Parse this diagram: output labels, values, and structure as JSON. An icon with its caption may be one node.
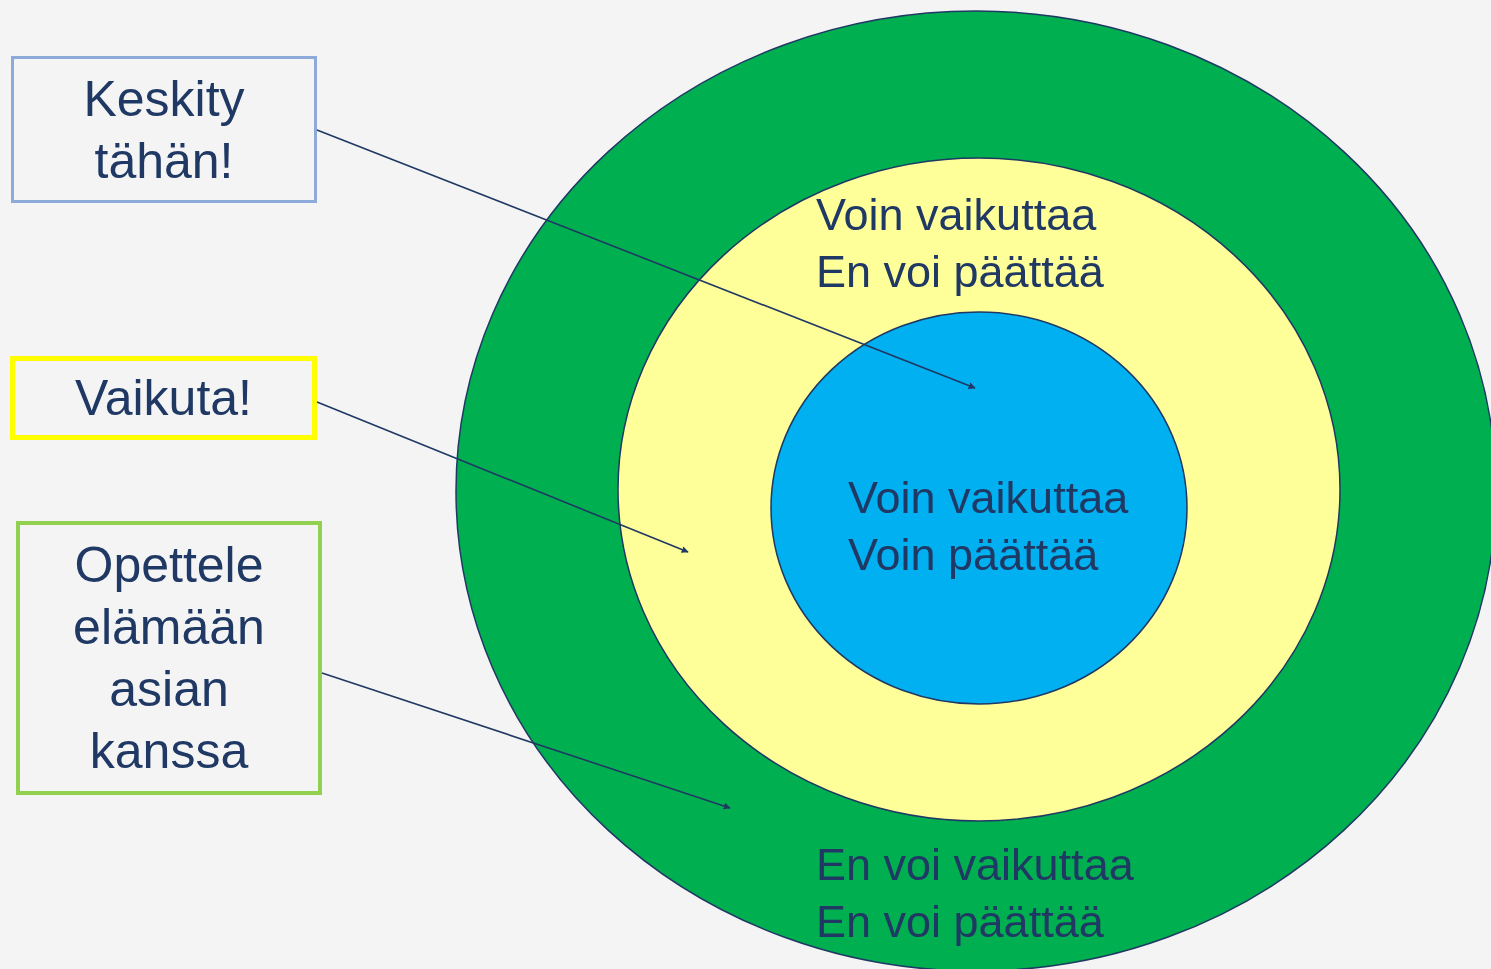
{
  "diagram": {
    "nodes": [
      {
        "text": [
          "Keskity tähän!"
        ]
      },
      {
        "text": [
          "Vaikuta!"
        ]
      },
      {
        "text": [
          "Opettele elämään asian kanssa"
        ]
      },
      {
        "text": [
          "En voi vaikuttaa En voi päättää"
        ]
      },
      {
        "text": [
          "Voin vaikuttaa En voi päättää"
        ],
        "in": 3
      },
      {
        "text": [
          "Voin vaikuttaa Voin päättää"
        ],
        "in": 4
      }
    ],
    "edges": [
      {
        "from": 0,
        "to": 5,
        "arrow": "to"
      },
      {
        "from": 1,
        "to": 4,
        "arrow": "to"
      },
      {
        "from": 2,
        "to": 3,
        "arrow": "to"
      }
    ]
  }
}
